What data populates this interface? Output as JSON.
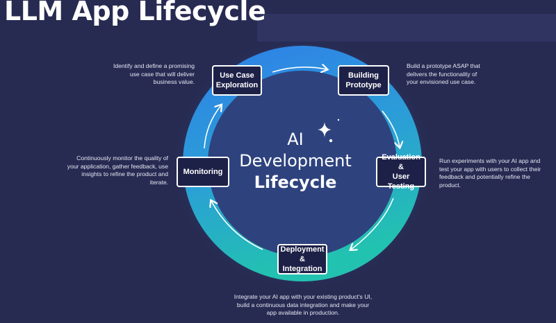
{
  "title": "LLM App Lifecycle",
  "center": {
    "line1": "AI",
    "line2": "Development",
    "line3": "Lifecycle"
  },
  "stages": [
    {
      "label": "Use Case\nExploration",
      "description": "Identify and define a promising use case that will deliver business value."
    },
    {
      "label": "Building\nPrototype",
      "description": "Build a prototype ASAP that delivers the functionality of your envisioned use case."
    },
    {
      "label": "Evaluation &\nUser Testing",
      "description": "Run experiments with your AI app and test your app with users to collect their feedback and potentially refine the product."
    },
    {
      "label": "Deployment\n& Integration",
      "description": "Integrate your AI app with your existing product's UI, build a continuous data integration and make your app available in production."
    },
    {
      "label": "Monitoring",
      "description": "Continuously monitor the quality of your application, gather feedback, use insights to refine the product and iterate."
    }
  ],
  "colors": {
    "background": "#272b52",
    "box": "#1e2147",
    "ring_top": "#2f7fe8",
    "ring_bottom": "#22c2b0"
  }
}
